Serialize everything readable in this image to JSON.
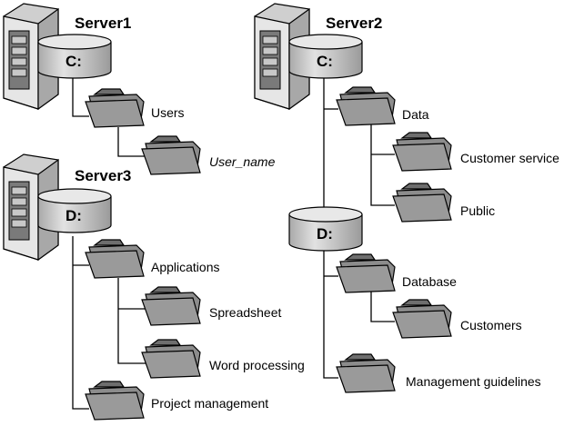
{
  "servers": [
    {
      "name": "Server1",
      "drive": "C:",
      "folders": [
        "Users",
        "User_name"
      ]
    },
    {
      "name": "Server2",
      "drive": "C:",
      "folders": [
        "Data",
        "Customer service",
        "Public"
      ],
      "drive2": "D:",
      "folders2": [
        "Database",
        "Customers",
        "Management guidelines"
      ]
    },
    {
      "name": "Server3",
      "drive": "D:",
      "folders": [
        "Applications",
        "Spreadsheet",
        "Word processing",
        "Project management"
      ]
    }
  ],
  "colors": {
    "folder": "#8c8c8c",
    "folder_tab": "#6e6e6e",
    "drive": "#c8c8c8",
    "server": "#d8d8d8",
    "line": "#000000"
  }
}
